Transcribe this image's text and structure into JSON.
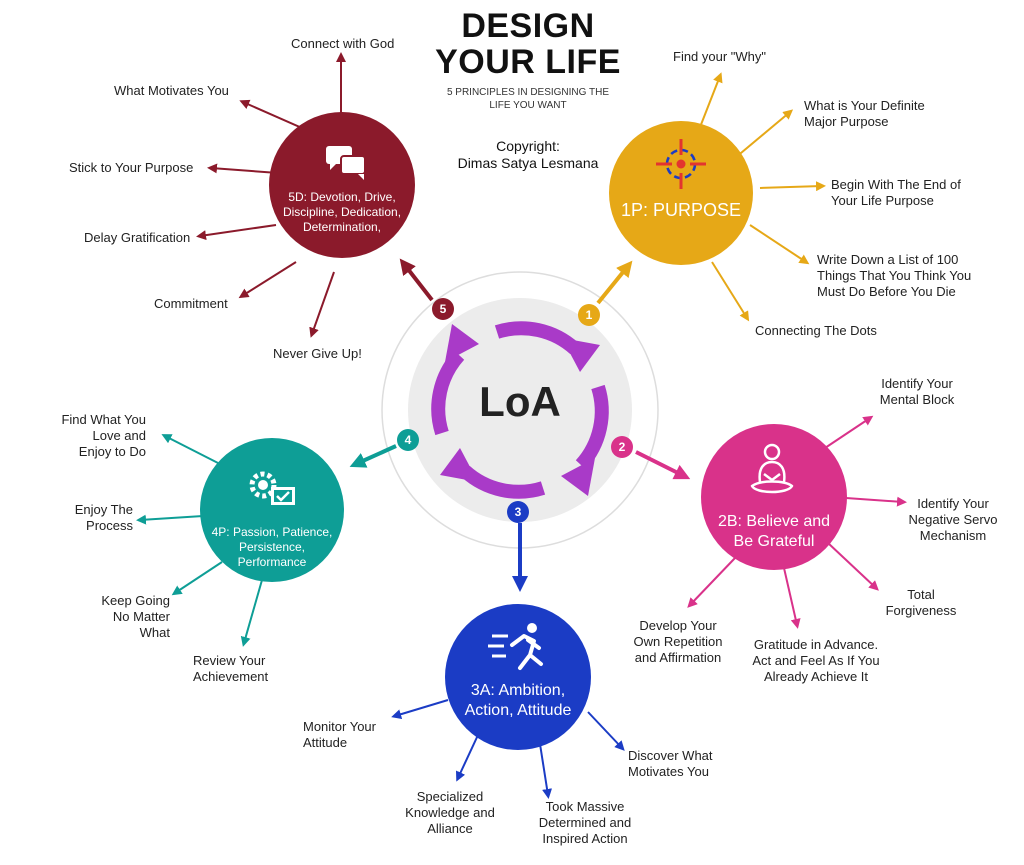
{
  "header": {
    "title_line1": "DESIGN",
    "title_line2": "YOUR LIFE",
    "subtitle_line1": "5 PRINCIPLES IN DESIGNING THE",
    "subtitle_line2": "LIFE YOU WANT",
    "copyright_line1": "Copyright:",
    "copyright_line2": "Dimas Satya Lesmana"
  },
  "center": {
    "label": "LoA"
  },
  "colors": {
    "purpose": "#e6a817",
    "believe": "#d9328a",
    "action": "#1b3cc5",
    "passion": "#0e9e96",
    "devotion": "#8b1a2b",
    "loa_arrows": "#a93ac8"
  },
  "principles": {
    "purpose": {
      "number": "1",
      "title": "1P: PURPOSE",
      "icon": "target-icon",
      "items": [
        "Find your \"Why\"",
        "What is Your Definite",
        "Major Purpose",
        "Begin With The End of",
        "Your Life Purpose",
        "Write Down a List of 100",
        "Things That You Think You",
        "Must Do Before You Die",
        "Connecting The Dots"
      ]
    },
    "believe": {
      "number": "2",
      "title_line1": "2B: Believe and",
      "title_line2": "Be Grateful",
      "icon": "meditation-icon",
      "items": [
        "Identify Your",
        "Mental Block",
        "Identify Your",
        "Negative Servo",
        "Mechanism",
        "Total",
        "Forgiveness",
        "Gratitude in Advance.",
        "Act and Feel As If You",
        "Already Achieve It",
        "Develop Your",
        "Own Repetition",
        "and Affirmation"
      ]
    },
    "action": {
      "number": "3",
      "title_line1": "3A: Ambition,",
      "title_line2": "Action, Attitude",
      "icon": "running-icon",
      "items": [
        "Monitor Your",
        "Attitude",
        "Specialized",
        "Knowledge and",
        "Alliance",
        "Took Massive",
        "Determined and",
        "Inspired Action",
        "Discover What",
        "Motivates You"
      ]
    },
    "passion": {
      "number": "4",
      "title_line1": "4P: Passion, Patience,",
      "title_line2": "Persistence,",
      "title_line3": "Performance",
      "icon": "gears-check-icon",
      "items": [
        "Find What You",
        "Love and",
        "Enjoy to Do",
        "Enjoy The",
        "Process",
        "Keep Going",
        "No Matter",
        "What",
        "Review Your",
        "Achievement"
      ]
    },
    "devotion": {
      "number": "5",
      "title_line1": "5D: Devotion, Drive,",
      "title_line2": "Discipline, Dedication,",
      "title_line3": "Determination,",
      "icon": "chat-bubbles-icon",
      "items": [
        "Connect with God",
        "What Motivates You",
        "Stick to Your Purpose",
        "Delay Gratification",
        "Commitment",
        "Never Give Up!"
      ]
    }
  }
}
